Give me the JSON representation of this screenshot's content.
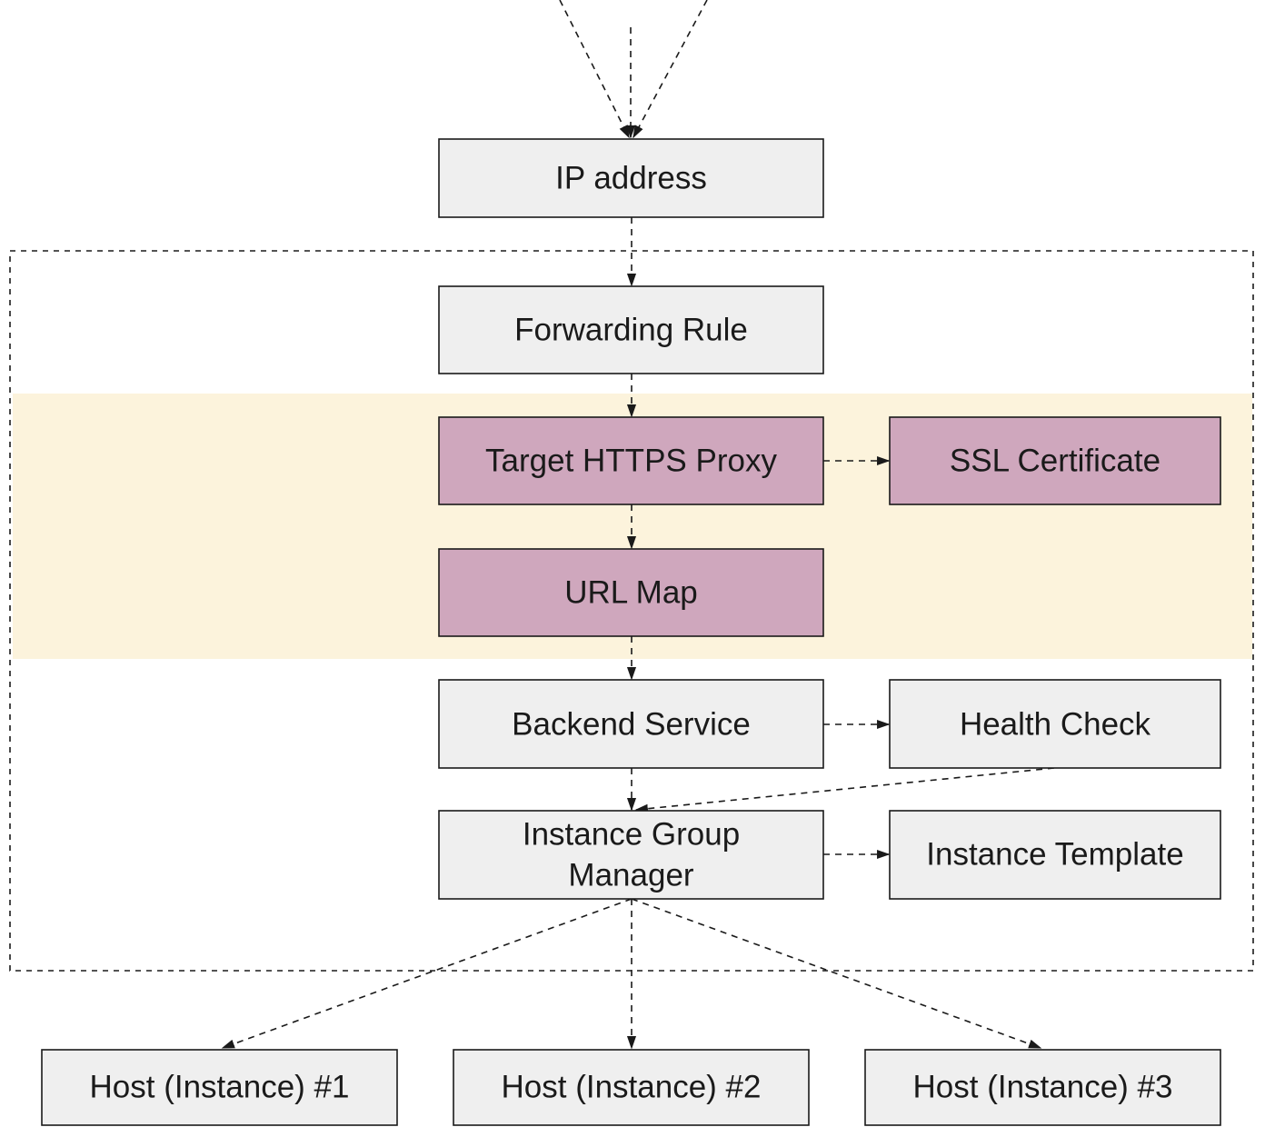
{
  "colors": {
    "default_fill": "#efefef",
    "highlight_fill": "#cfa7bd",
    "band_fill": "#fcf3dc",
    "stroke": "#1a1a1a"
  },
  "nodes": {
    "ip_address": {
      "label": "IP address"
    },
    "forwarding_rule": {
      "label": "Forwarding Rule"
    },
    "target_https_proxy": {
      "label": "Target HTTPS Proxy"
    },
    "ssl_certificate": {
      "label": "SSL Certificate"
    },
    "url_map": {
      "label": "URL Map"
    },
    "backend_service": {
      "label": "Backend Service"
    },
    "health_check": {
      "label": "Health Check"
    },
    "instance_group_manager": {
      "label_line1": "Instance Group",
      "label_line2": "Manager"
    },
    "instance_template": {
      "label": "Instance Template"
    },
    "host_1": {
      "label": "Host (Instance) #1"
    },
    "host_2": {
      "label": "Host (Instance) #2"
    },
    "host_3": {
      "label": "Host (Instance) #3"
    }
  }
}
